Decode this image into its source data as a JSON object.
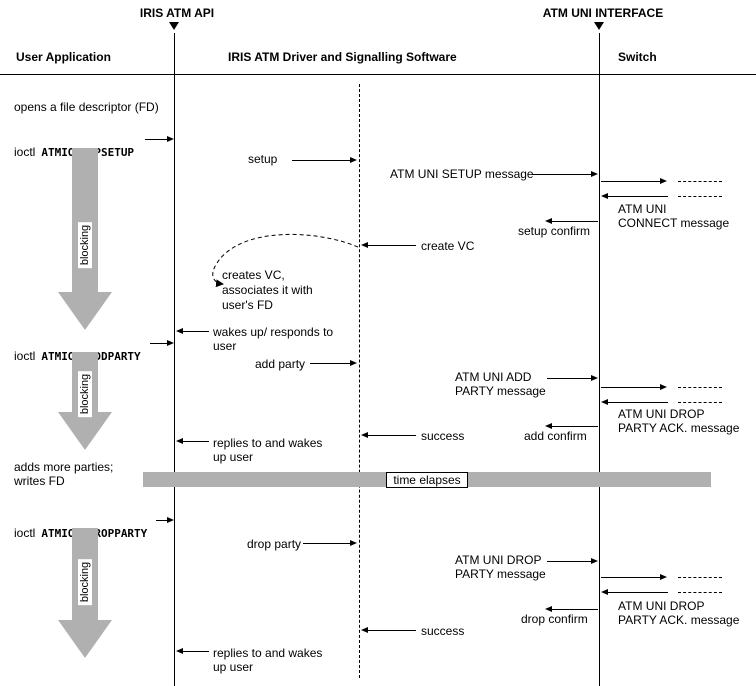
{
  "header": {
    "api_label": "IRIS ATM API",
    "uni_label": "ATM UNI INTERFACE",
    "col_user": "User Application",
    "col_driver": "IRIS ATM Driver and Signalling Software",
    "col_switch": "Switch"
  },
  "user_lane": {
    "opens_fd": "opens a file descriptor (FD)",
    "ioctl_prefix": "ioctl",
    "mpsetup_code": "ATMIOC_MPSETUP",
    "addparty_code": "ATMIOC_ADDPARTY",
    "dropparty_code": "ATMIOC_DROPPARTY",
    "adds_more": "adds more parties;\nwrites FD",
    "blocking": "blocking"
  },
  "driver_lane": {
    "setup": "setup",
    "setup_msg": "ATM UNI SETUP message",
    "create_vc": "create VC",
    "creates_vc_note": "creates VC,\nassociates it with\nuser's FD",
    "wakes_up": "wakes up/ responds to\nuser",
    "add_party": "add party",
    "add_msg": "ATM UNI ADD\nPARTY message",
    "success": "success",
    "replies": "replies to and wakes\nup user",
    "time_elapses": "time elapses",
    "drop_party": "drop party",
    "drop_msg": "ATM UNI DROP\nPARTY message"
  },
  "switch_lane": {
    "connect_msg": "ATM UNI\nCONNECT message",
    "setup_confirm": "setup confirm",
    "add_ack_msg": "ATM UNI DROP\nPARTY ACK. message",
    "add_confirm": "add confirm",
    "drop_ack_msg": "ATM UNI DROP\nPARTY ACK. message",
    "drop_confirm": "drop confirm"
  }
}
